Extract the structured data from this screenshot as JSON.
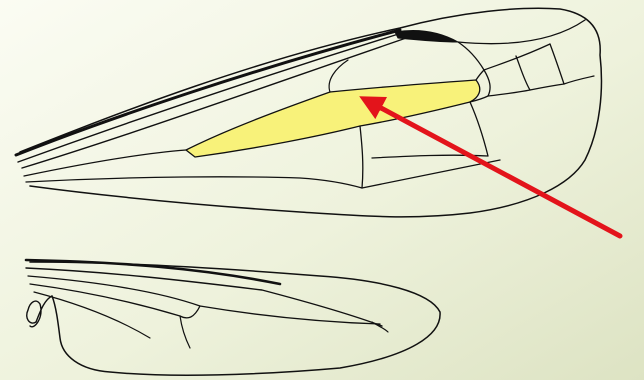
{
  "figure": {
    "subject": "insect-wing-venation",
    "colors": {
      "background_light": "#fbfcf3",
      "background_mid": "#eef2dc",
      "background_dark": "#dde3c3",
      "vein": "#111111",
      "highlighted_cell": "#f8f27a",
      "arrow": "#e3141b"
    },
    "parts": {
      "forewing": "forewing",
      "hindwing": "hindwing",
      "highlighted_cell": "highlighted-cell",
      "pointer": "pointer-arrow"
    }
  }
}
